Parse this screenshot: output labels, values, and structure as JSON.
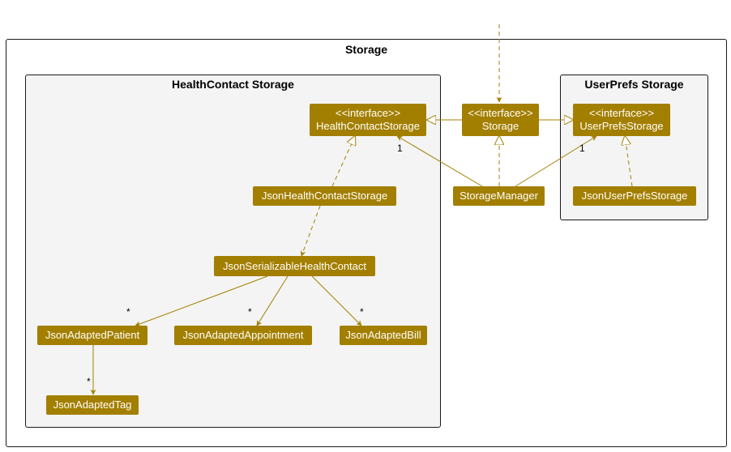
{
  "packages": {
    "storage": "Storage",
    "healthcontact": "HealthContact Storage",
    "userprefs": "UserPrefs Storage"
  },
  "classes": {
    "healthcontact_storage": {
      "stereotype": "<<interface>>",
      "name": "HealthContactStorage"
    },
    "storage": {
      "stereotype": "<<interface>>",
      "name": "Storage"
    },
    "userprefs_storage": {
      "stereotype": "<<interface>>",
      "name": "UserPrefsStorage"
    },
    "json_healthcontact_storage": "JsonHealthContactStorage",
    "storage_manager": "StorageManager",
    "json_userprefs_storage": "JsonUserPrefsStorage",
    "json_serializable_healthcontact": "JsonSerializableHealthContact",
    "json_adapted_patient": "JsonAdaptedPatient",
    "json_adapted_appointment": "JsonAdaptedAppointment",
    "json_adapted_bill": "JsonAdaptedBill",
    "json_adapted_tag": "JsonAdaptedTag"
  },
  "multiplicities": {
    "hc_storage": "1",
    "userprefs_storage": "1",
    "patient": "*",
    "appointment": "*",
    "bill": "*",
    "tag": "*"
  },
  "colors": {
    "class_fill": "#a37f00",
    "edge": "#a37f00",
    "package_fill": "#f3f4f3"
  }
}
